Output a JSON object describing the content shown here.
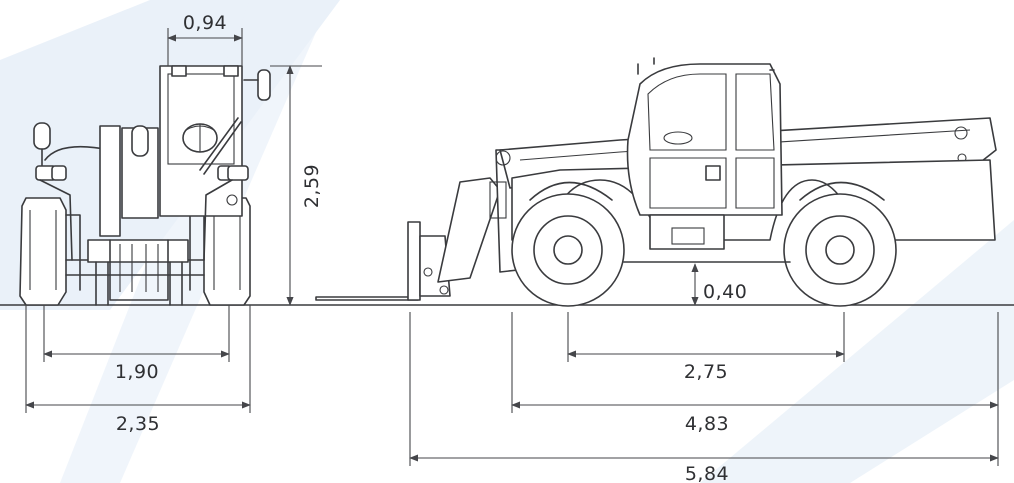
{
  "colors": {
    "background": "#ffffff",
    "watermark": "#eaf1f9",
    "line": "#3a3b3e"
  },
  "dimensions": {
    "cab_width": "0,94",
    "height": "2,59",
    "ground_clearance": "0,40",
    "track_width": "1,90",
    "overall_width": "2,35",
    "wheelbase": "2,75",
    "length_without_forks": "4,83",
    "overall_length": "5,84"
  }
}
